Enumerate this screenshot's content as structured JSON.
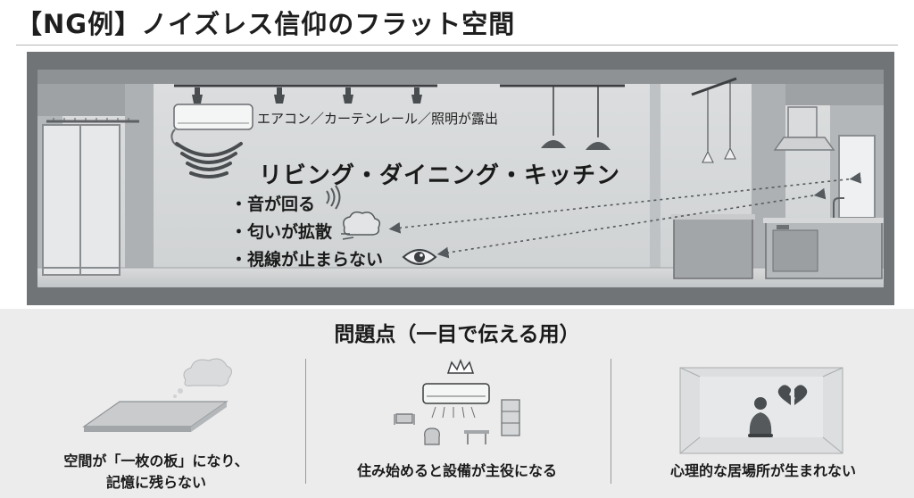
{
  "title": "【NG例】ノイズレス信仰のフラット空間",
  "scene": {
    "fixture_label": "エアコン／カーテンレール／照明が露出",
    "zone_title": "リビング・ダイニング・キッチン",
    "bullets": [
      "・音が回る",
      "・匂いが拡散",
      "・視線が止まらない"
    ],
    "icons": {
      "sound": "sound-waves-icon",
      "smell": "smell-cloud-icon",
      "eye": "eye-icon"
    }
  },
  "problems": {
    "title": "問題点（一目で伝える用）",
    "items": [
      {
        "caption_line1": "空間が「一枚の板」になり、",
        "caption_line2": "記憶に残らない",
        "icon": "flat-board-icon"
      },
      {
        "caption_line1": "住み始めると設備が主役になる",
        "icon": "crowned-aircon-icon"
      },
      {
        "caption_line1": "心理的な居場所が生まれない",
        "icon": "lonely-person-icon"
      }
    ]
  },
  "colors": {
    "frame": "#6b6f72",
    "wall": "#d3d5d6",
    "concrete": "#a9adb0",
    "floor": "#cdd0d2",
    "arrow": "#555a5e",
    "bottom_bg": "#ececec"
  }
}
